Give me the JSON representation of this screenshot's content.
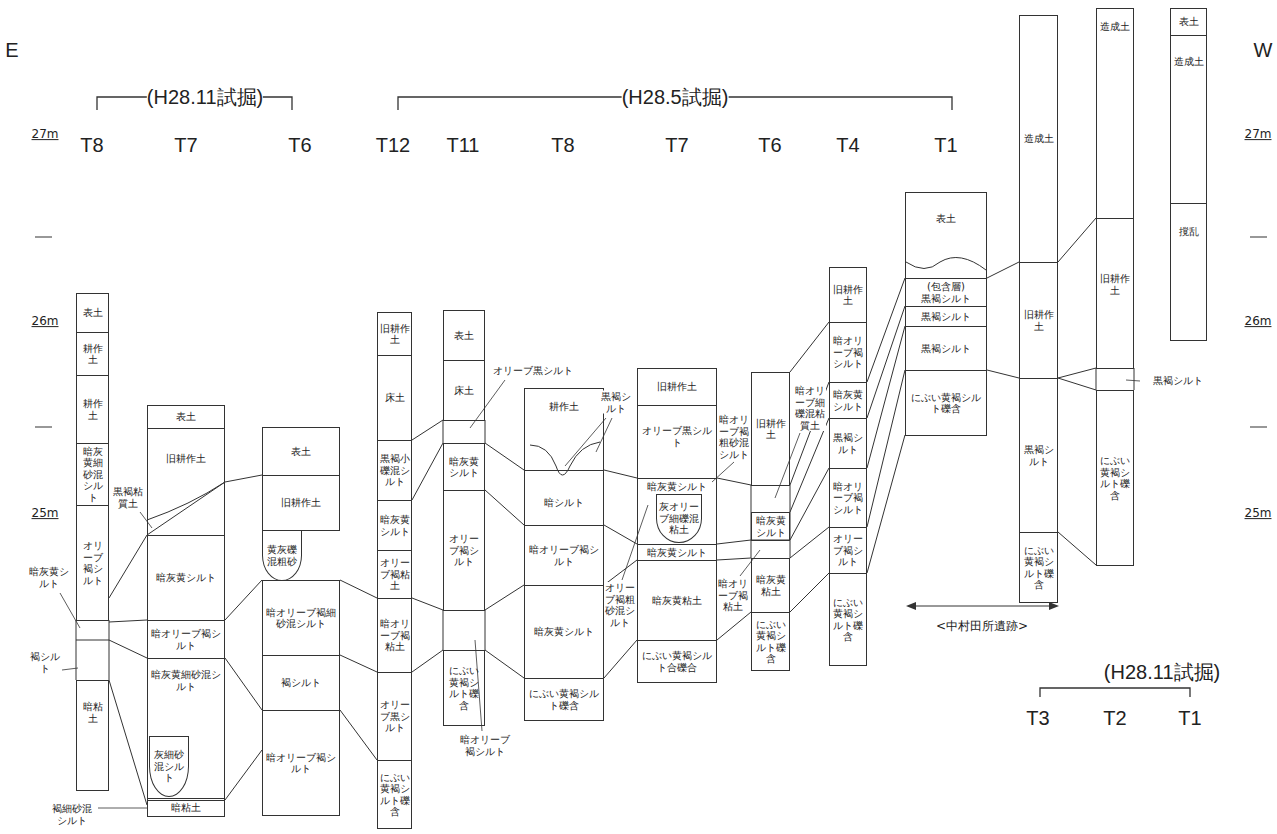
{
  "diagram": {
    "nodes": [
      {
        "text": [
          "表土"
        ]
      },
      {
        "text": [
          "耕作土"
        ]
      },
      {
        "text": [
          "耕作土"
        ]
      },
      {
        "text": [
          "暗灰黄細砂混シルト"
        ]
      },
      {
        "text": [
          "オリーブ褐シルト"
        ]
      },
      {
        "text": [
          "暗粘土"
        ]
      },
      {
        "text": [
          "表土"
        ]
      },
      {
        "text": [
          "旧耕作土"
        ]
      },
      {
        "text": [
          "暗灰黄シルト"
        ]
      },
      {
        "text": [
          "暗オリーブ褐シルト"
        ]
      },
      {
        "text": [
          "暗灰黄細砂混シルト"
        ]
      },
      {
        "text": [
          "灰細砂混シルト"
        ],
        "in": 10
      },
      {
        "text": [
          "暗粘土"
        ]
      },
      {
        "text": [
          "表土"
        ]
      },
      {
        "text": [
          "旧耕作土"
        ]
      },
      {
        "text": [
          "黄灰礫混粗砂"
        ]
      },
      {
        "text": [
          "暗オリーブ褐細砂混シルト"
        ]
      },
      {
        "text": [
          "褐シルト"
        ]
      },
      {
        "text": [
          "暗オリーブ褐シルト"
        ]
      },
      {
        "text": [
          "旧耕作土"
        ]
      },
      {
        "text": [
          "床土"
        ]
      },
      {
        "text": [
          "黒褐小礫混シルト"
        ]
      },
      {
        "text": [
          "暗灰黄シルト"
        ]
      },
      {
        "text": [
          "オリーブ褐粘土"
        ]
      },
      {
        "text": [
          "暗オリーブ褐粘土"
        ]
      },
      {
        "text": [
          "オリーブ黒シルト"
        ]
      },
      {
        "text": [
          "にぶい黄褐シルト礫含"
        ]
      },
      {
        "text": [
          "表土"
        ]
      },
      {
        "text": [
          "床土"
        ]
      },
      {
        "text": [
          "暗灰黄シルト"
        ]
      },
      {
        "text": [
          "オリーブ褐シルト"
        ]
      },
      {
        "text": [
          "にぶい黄褐シルト礫含"
        ]
      },
      {
        "text": [
          "耕作土"
        ]
      },
      {
        "text": [
          "暗シルト"
        ]
      },
      {
        "text": [
          "暗オリーブ褐シルト"
        ]
      },
      {
        "text": [
          "暗灰黄シルト"
        ]
      },
      {
        "text": [
          "にぶい黄褐シルト礫含"
        ]
      },
      {
        "text": [
          "旧耕作土"
        ]
      },
      {
        "text": [
          "オリーブ黒シルト"
        ]
      },
      {
        "text": [
          "暗灰黄シルト"
        ]
      },
      {
        "text": [
          "灰オリーブ細礫混粘土"
        ],
        "in": 39
      },
      {
        "text": [
          "暗灰黄シルト"
        ]
      },
      {
        "text": [
          "暗灰黄粘土"
        ]
      },
      {
        "text": [
          "にぶい黄褐シルト合礫合"
        ]
      },
      {
        "text": [
          "旧耕作土"
        ]
      },
      {
        "text": [
          "暗灰黄シルト"
        ]
      },
      {
        "text": [
          "暗灰黄粘土"
        ]
      },
      {
        "text": [
          "にぶい黄褐シルト礫含"
        ]
      },
      {
        "text": [
          "旧耕作土"
        ]
      },
      {
        "text": [
          "暗オリーブ褐シルト"
        ]
      },
      {
        "text": [
          "暗灰黄シルト"
        ]
      },
      {
        "text": [
          "黒褐シルト"
        ]
      },
      {
        "text": [
          "暗オリーブ褐シルト"
        ]
      },
      {
        "text": [
          "オリーブ褐シルト"
        ]
      },
      {
        "text": [
          "にぶい黄褐シルト礫含"
        ]
      },
      {
        "text": [
          "表土"
        ]
      },
      {
        "text": [
          "(包含層)",
          "黒褐シルト"
        ]
      },
      {
        "text": [
          "黒褐シルト"
        ]
      },
      {
        "text": [
          "黒褐シルト"
        ]
      },
      {
        "text": [
          "にぶい黄褐シルト礫含"
        ]
      },
      {
        "text": [
          "造成土"
        ]
      },
      {
        "text": [
          "旧耕作土"
        ]
      },
      {
        "text": [
          "黒褐シルト"
        ]
      },
      {
        "text": [
          "にぶい黄褐シルト礫含"
        ]
      },
      {
        "text": [
          "造成土"
        ]
      },
      {
        "text": [
          "旧耕作土"
        ]
      },
      {
        "text": [
          "にぶい黄褐シルト礫含"
        ]
      },
      {
        "text": [
          "表土"
        ]
      },
      {
        "text": [
          "造成土"
        ]
      },
      {
        "text": [
          "撹乱"
        ]
      }
    ],
    "labels": [
      "E",
      "W",
      "(H28.11試掘)",
      "(H28.5試掘)",
      "(H28.11試掘)",
      "T8",
      "T7",
      "T6",
      "T12",
      "T11",
      "T8",
      "T7",
      "T6",
      "T4",
      "T1",
      "T3",
      "T2",
      "T1",
      "27m",
      "26m",
      "25m",
      "27m",
      "26m",
      "25m",
      "<中村田所遺跡>",
      "黒褐粘質土",
      "暗灰黄シルト",
      "褐シルト",
      "褐細砂混シルト",
      "オリーブ黒シルト",
      "暗オリーブ褐シルト",
      "黒褐シルト",
      "オリーブ褐粗砂混シルト",
      "暗オリーブ褐粗砂混シルト",
      "暗オリーブ細礫混粘質土",
      "暗オリーブ褐粘土",
      "黒褐シルト"
    ]
  }
}
